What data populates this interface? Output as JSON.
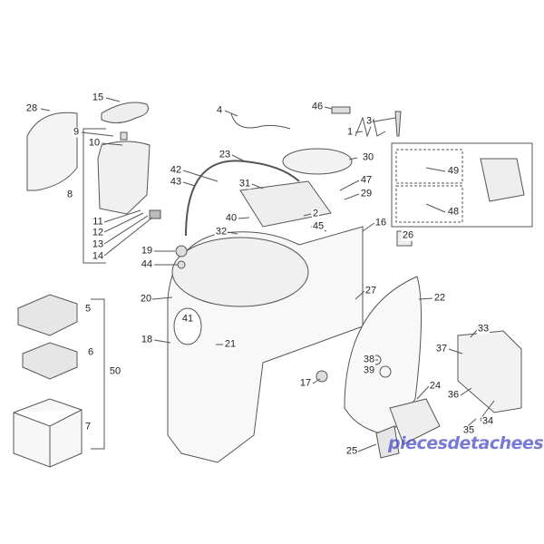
{
  "diagram": {
    "title": "Exploded parts view",
    "labels": {
      "p1": "1",
      "p2": "2",
      "p3": "3",
      "p4": "4",
      "p5": "5",
      "p6": "6",
      "p7": "7",
      "p8": "8",
      "p9": "9",
      "p10": "10",
      "p11": "11",
      "p12": "12",
      "p13": "13",
      "p14": "14",
      "p15": "15",
      "p16": "16",
      "p17": "17",
      "p18": "18",
      "p19": "19",
      "p20": "20",
      "p21": "21",
      "p22": "22",
      "p23": "23",
      "p24": "24",
      "p25": "25",
      "p26": "26",
      "p27": "27",
      "p28": "28",
      "p29": "29",
      "p30": "30",
      "p31": "31",
      "p32": "32",
      "p33": "33",
      "p34": "34",
      "p35": "35",
      "p36": "36",
      "p37": "37",
      "p38": "38",
      "p39": "39",
      "p40": "40",
      "p41": "41",
      "p42": "42",
      "p43": "43",
      "p44": "44",
      "p45": "45",
      "p46": "46",
      "p47": "47",
      "p48": "48",
      "p49": "49",
      "p50": "50"
    },
    "watermark": "piecesdetacheeselec.com",
    "line_color": "#555555"
  }
}
